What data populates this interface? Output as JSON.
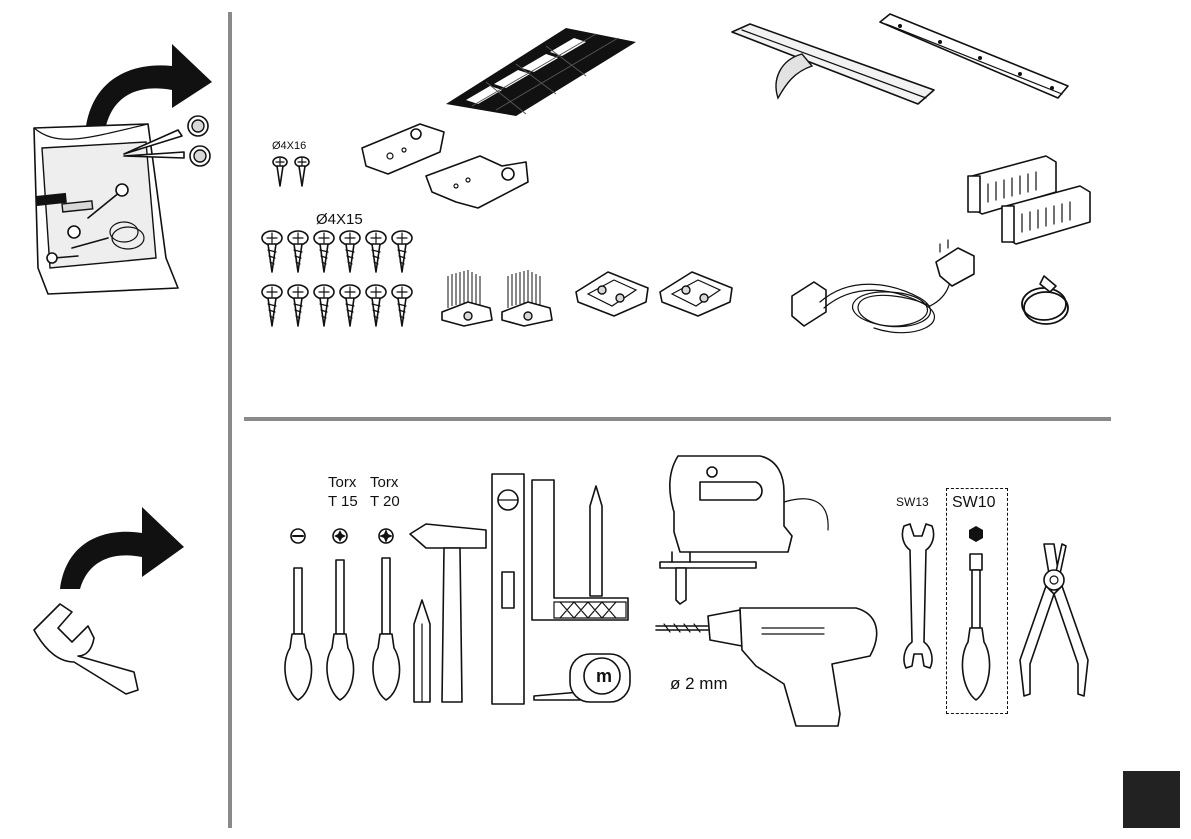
{
  "labels": {
    "screw_small_spec": "Ø4X16",
    "screw_large_spec": "Ø4X15",
    "torx15_line1": "Torx",
    "torx15_line2": "T 15",
    "torx20_line1": "Torx",
    "torx20_line2": "T 20",
    "wrench_sw13": "SW13",
    "socket_sw10": "SW10",
    "tape_measure_letter": "m",
    "drill_bit_size": "ø 2 mm"
  },
  "colors": {
    "divider": "#8a8a8a",
    "ink": "#111111",
    "page_marker": "#222222"
  },
  "icons": {
    "unpack": "open-bag-with-scissors-icon",
    "tools_needed": "open-wrench-icon"
  }
}
